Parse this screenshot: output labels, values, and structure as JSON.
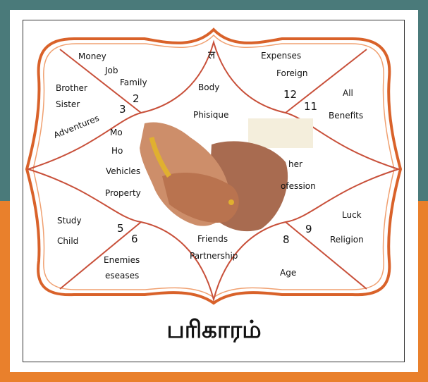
{
  "title": "பரிகாரம்",
  "colors": {
    "teal": "#4a7a7a",
    "orange": "#e9802c",
    "chart_line": "#d9622a",
    "chart_line_light": "#f0a070"
  },
  "houses": {
    "h1": {
      "symbol": "ल",
      "labels": [
        "Body",
        "Phisique"
      ]
    },
    "h2": {
      "number": "2",
      "labels": [
        "Money",
        "Job",
        "Family"
      ]
    },
    "h3": {
      "number": "3",
      "labels": [
        "Brother",
        "Sister",
        "Adventures"
      ]
    },
    "h4": {
      "labels": [
        "Mo",
        "Ho",
        "Vehicles",
        "Property"
      ]
    },
    "h5": {
      "number": "5",
      "labels": [
        "Study",
        "Child"
      ]
    },
    "h6": {
      "number": "6",
      "labels": [
        "Enemies",
        "eseases"
      ]
    },
    "h7": {
      "labels": [
        "Friends",
        "Partnership"
      ]
    },
    "h8": {
      "number": "8",
      "labels": [
        "Age"
      ]
    },
    "h9": {
      "number": "9",
      "labels": [
        "Luck",
        "Religion"
      ]
    },
    "h10": {
      "labels": [
        "her",
        "ofession"
      ]
    },
    "h11": {
      "number": "11",
      "labels": [
        "All",
        "Benefits"
      ]
    },
    "h12": {
      "number": "12",
      "labels": [
        "Expenses",
        "Foreign"
      ]
    }
  },
  "image": {
    "subject": "hands-holding-icon"
  }
}
